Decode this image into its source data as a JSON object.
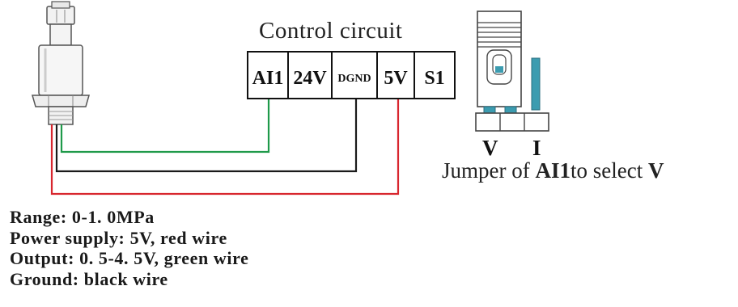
{
  "control_title": "Control circuit",
  "terminals": [
    "AI1",
    "24V",
    "DGND",
    "5V",
    "S1"
  ],
  "jumper": {
    "v_label": "V",
    "i_label": "I",
    "caption_prefix": "Jumper of ",
    "caption_bold": "AI1",
    "caption_middle": "to select ",
    "caption_suffix": "V"
  },
  "specs": [
    "Range: 0-1. 0MPa",
    "Power supply: 5V, red wire",
    "Output: 0. 5-4. 5V, green wire",
    "Ground: black wire"
  ],
  "colors": {
    "green_wire": "#1f9a4a",
    "black_wire": "#1a1a1a",
    "red_wire": "#d8262e",
    "jumper_teal": "#3c9cb0"
  }
}
